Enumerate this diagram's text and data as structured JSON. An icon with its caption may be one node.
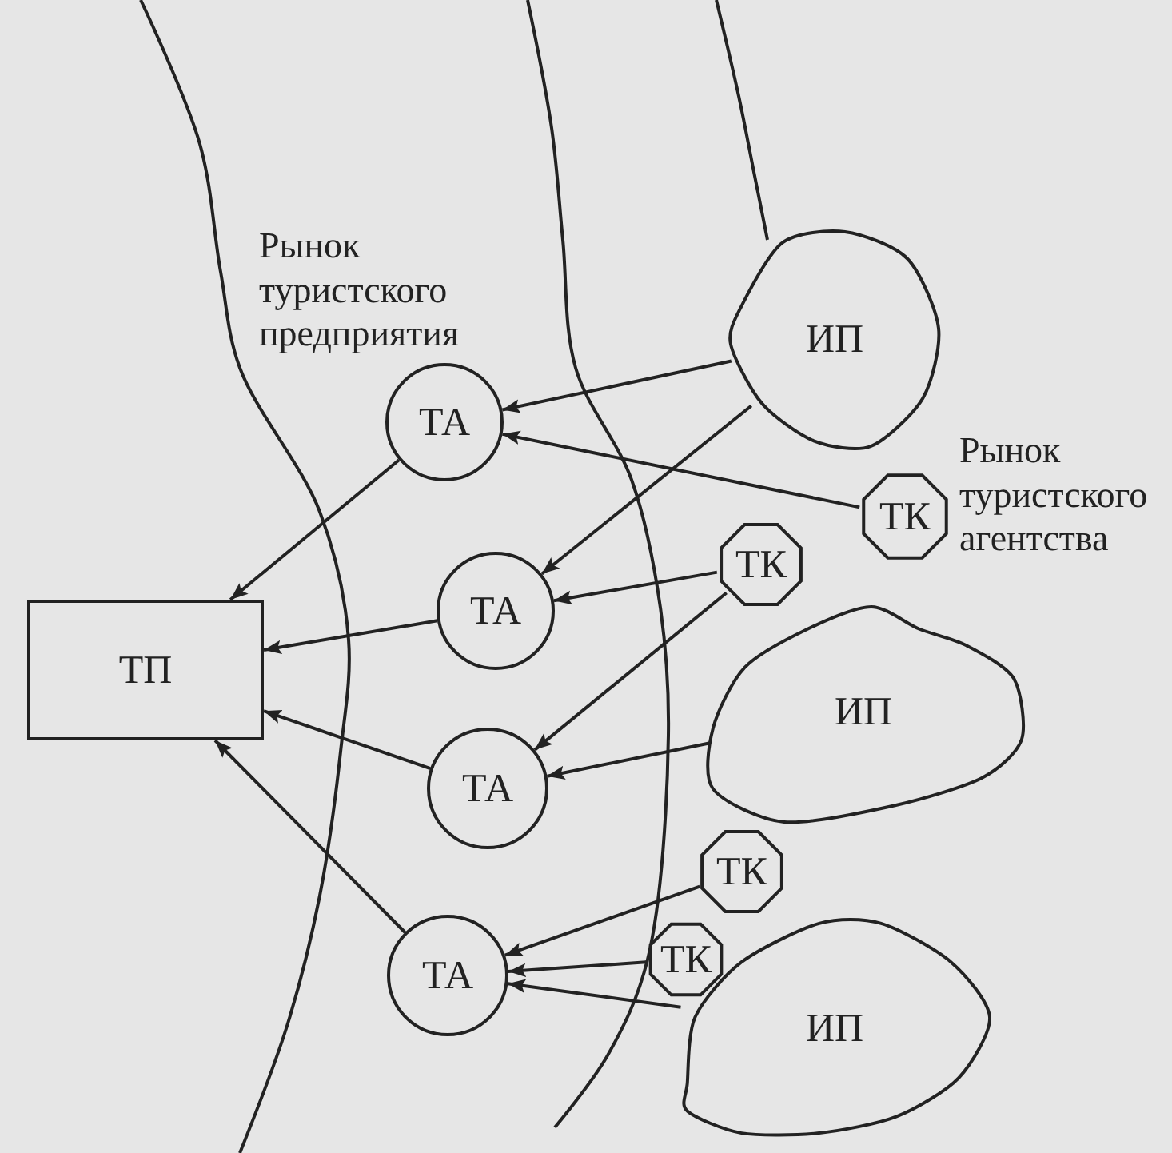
{
  "diagram": {
    "nodes": [
      {
        "text": [
          "ТП"
        ]
      },
      {
        "text": [
          "ТА"
        ]
      },
      {
        "text": [
          "ТА"
        ]
      },
      {
        "text": [
          "ТА"
        ]
      },
      {
        "text": [
          "ТА"
        ]
      },
      {
        "text": [
          "ИП"
        ]
      },
      {
        "text": [
          "ТК"
        ]
      },
      {
        "text": [
          "ТК"
        ]
      },
      {
        "text": [
          "ИП"
        ]
      },
      {
        "text": [
          "ТК"
        ]
      },
      {
        "text": [
          "ТК"
        ]
      },
      {
        "text": [
          "ИП"
        ]
      }
    ],
    "edges": [
      {
        "from": 5,
        "to": 1,
        "arrow": "to"
      },
      {
        "from": 6,
        "to": 1,
        "arrow": "to"
      },
      {
        "from": 5,
        "to": 2,
        "arrow": "to"
      },
      {
        "from": 7,
        "to": 2,
        "arrow": "to"
      },
      {
        "from": 7,
        "to": 3,
        "arrow": "to"
      },
      {
        "from": 8,
        "to": 3,
        "arrow": "to"
      },
      {
        "from": 1,
        "to": 0,
        "arrow": "to"
      },
      {
        "from": 2,
        "to": 0,
        "arrow": "to"
      },
      {
        "from": 3,
        "to": 0,
        "arrow": "to"
      },
      {
        "from": 4,
        "to": 0,
        "arrow": "to"
      },
      {
        "from": 9,
        "to": 4,
        "arrow": "to"
      },
      {
        "from": 10,
        "to": 4,
        "arrow": "to"
      },
      {
        "from": 11,
        "to": 4,
        "arrow": "to"
      }
    ],
    "labels": [
      "Рынок туристского предприятия",
      "Рынок туристского агентства"
    ]
  }
}
